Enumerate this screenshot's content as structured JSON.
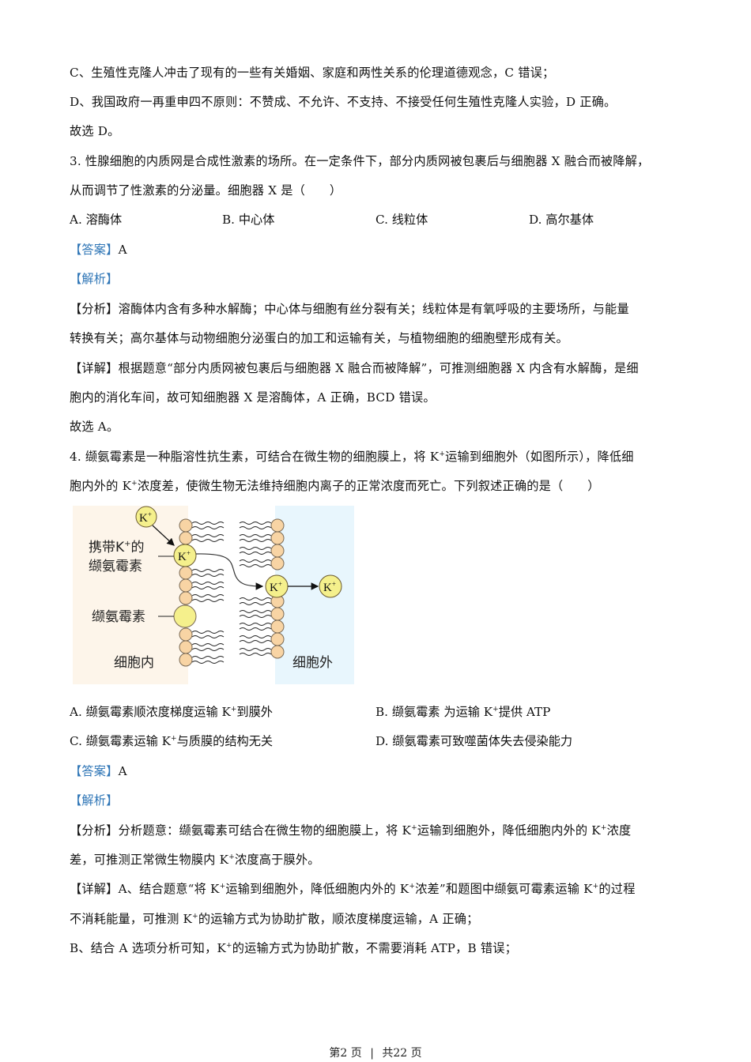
{
  "document": {
    "lines": [
      {
        "id": "l1",
        "text": "C、生殖性克隆人冲击了现有的一些有关婚姻、家庭和两性关系的伦理道德观念，C 错误；"
      },
      {
        "id": "l2",
        "text": "D、我国政府一再重申四不原则：不赞成、不允许、不支持、不接受任何生殖性克隆人实验，D 正确。"
      },
      {
        "id": "l3",
        "text": "故选 D。"
      }
    ],
    "q3": {
      "stem_line1": "3.  性腺细胞的内质网是合成性激素的场所。在一定条件下，部分内质网被包裹后与细胞器 X 融合而被降解，",
      "stem_line2": "从而调节了性激素的分泌量。细胞器 X 是（　　）",
      "options": [
        {
          "label": "A.  溶酶体"
        },
        {
          "label": "B.  中心体"
        },
        {
          "label": "C.  线粒体"
        },
        {
          "label": "D.  高尔基体"
        }
      ],
      "answer_tag": "【答案】",
      "answer": "A",
      "analysis_tag": "【解析】",
      "fenxi_tag": "【分析】",
      "fenxi_line1": "溶酶体内含有多种水解酶；中心体与细胞有丝分裂有关；线粒体是有氧呼吸的主要场所，与能量",
      "fenxi_line2": "转换有关；高尔基体与动物细胞分泌蛋白的加工和运输有关，与植物细胞的细胞壁形成有关。",
      "xiangjie_tag": "【详解】",
      "xiangjie_line1": "根据题意“部分内质网被包裹后与细胞器 X 融合而被降解”，可推测细胞器 X 内含有水解酶，是细",
      "xiangjie_line2": "胞内的消化车间，故可知细胞器 X 是溶酶体，A 正确，BCD 错误。",
      "conclusion": "故选 A。"
    },
    "q4": {
      "stem_line1_a": "4.  缬氨霉素是一种脂溶性抗生素，可结合在微生物的细胞膜上，将 K",
      "stem_line1_b": "运输到细胞外（如图所示），降低细",
      "stem_line2_a": "胞内外的 K",
      "stem_line2_b": "浓度差，使微生物无法维持细胞内离子的正常浓度而死亡。下列叙述正确的是（　　）",
      "sup_plus": "+",
      "figure": {
        "ion_label": "K",
        "carrier_label_line1": "携带K",
        "carrier_label_line1_end": "的",
        "carrier_label_line2": "缬氨霉素",
        "valinomycin_label": "缬氨霉素",
        "inside_label": "细胞内",
        "outside_label": "细胞外"
      },
      "options": [
        {
          "a": "A.  缬氨霉素顺浓度梯度运输 K",
          "b": "到膜外"
        },
        {
          "a": "B.  缬氨霉素 为运输 K",
          "b": "提供 ATP"
        },
        {
          "a": "C.  缬氨霉素运输 K",
          "b": "与质膜的结构无关"
        },
        {
          "a": "D.  缬氨霉素可致噬菌体失去侵染能力",
          "b": ""
        }
      ],
      "answer_tag": "【答案】",
      "answer": "A",
      "analysis_tag": "【解析】",
      "fenxi_tag": "【分析】",
      "fenxi_line1_a": "分析题意：缬氨霉素可结合在微生物的细胞膜上，将 K",
      "fenxi_line1_b": "运输到细胞外，降低细胞内外的 K",
      "fenxi_line1_c": "浓度",
      "fenxi_line2_a": "差，可推测正常微生物膜内 K",
      "fenxi_line2_b": "浓度高于膜外。",
      "xiangjie_tag": "【详解】",
      "xiangjie_line1_a": "A、结合题意“将 K",
      "xiangjie_line1_b": "运输到细胞外，降低细胞内外的 K",
      "xiangjie_line1_c": "浓差”和题图中缬氨可霉素运输 K",
      "xiangjie_line1_d": "的过程",
      "xiangjie_line2_a": "不消耗能量，可推测 K",
      "xiangjie_line2_b": "的运输方式为协助扩散，顺浓度梯度运输，A 正确；",
      "b_line_a": "B、结合 A 选项分析可知，K",
      "b_line_b": "的运输方式为协助扩散，不需要消耗 ATP，B 错误；"
    }
  },
  "footer": {
    "page": "第2 页",
    "separator": "|",
    "total": "共22 页"
  },
  "colors": {
    "tag_blue": "#2e75b6",
    "inside_bg": "#fdf5ea",
    "outside_bg": "#e8f6fd",
    "head_fill": "#f8d4a4",
    "ion_fill": "#f5f08c"
  }
}
